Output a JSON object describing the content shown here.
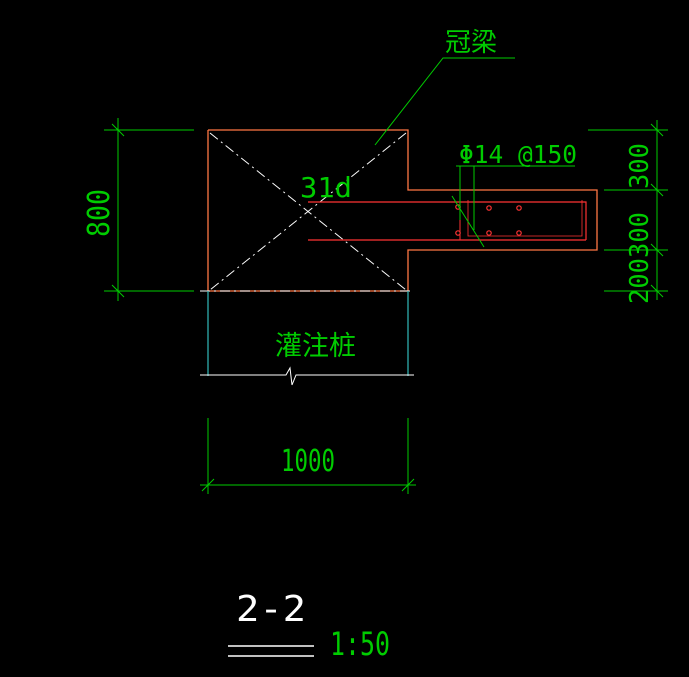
{
  "drawing": {
    "label_crown_beam": "冠梁",
    "label_pile": "灌注桩",
    "label_anchorage": "31d",
    "label_rebar": "Φ14 @150",
    "dim_height": "800",
    "dim_width": "1000",
    "dim_side_1": "200",
    "dim_side_2": "300",
    "dim_side_3": "300",
    "section_title": "2-2",
    "scale": "1:50"
  },
  "colors": {
    "background": "#000000",
    "dimension": "#00cc00",
    "concrete_outline": "#ff7744",
    "rebar": "#ff3333",
    "pile_edge": "#33bbbb",
    "text_white": "#ffffff",
    "leader": "#00cc00"
  }
}
